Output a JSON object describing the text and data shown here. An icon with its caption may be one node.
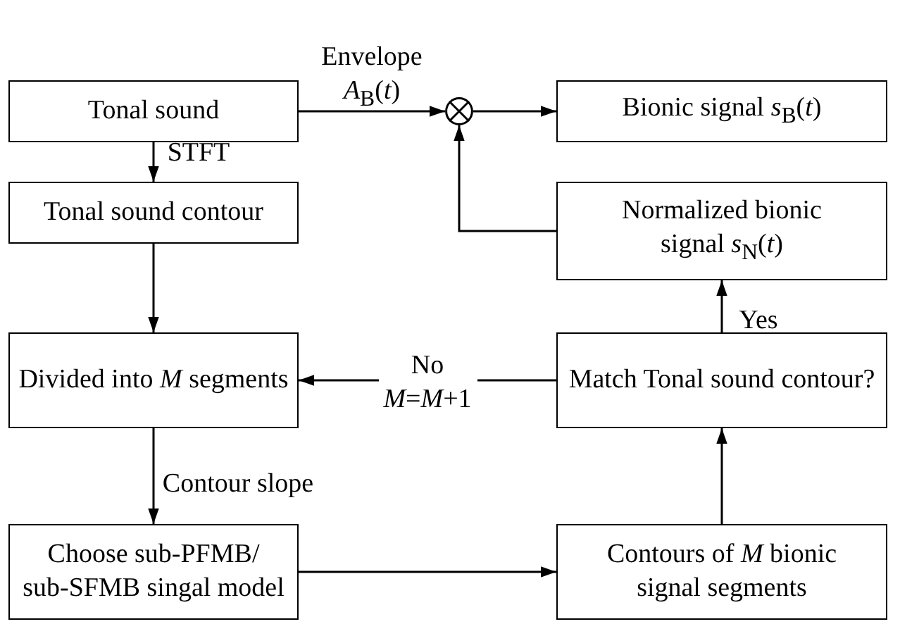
{
  "diagram": {
    "nodes": [
      {
        "text": [
          "Tonal sound"
        ]
      },
      {
        "text": [],
        "shape": "circle"
      },
      {
        "text": [
          "Bionic signal *s*$_{B}$(*t*)"
        ]
      },
      {
        "text": [
          "Tonal sound contour"
        ]
      },
      {
        "text": [
          "Normalized bionic signal *s*$_{N}$(*t*)"
        ]
      },
      {
        "text": [
          "Divided into *M* segments"
        ]
      },
      {
        "text": [
          "Match Tonal sound contour?"
        ]
      },
      {
        "text": [
          "Choose sub-PFMB/ sub-SFMB singal model"
        ]
      },
      {
        "text": [
          "Contours of *M* bionic signal segments"
        ]
      }
    ],
    "edges": [
      {
        "from": 0,
        "to": 1,
        "arrow": "to",
        "label": "Envelope *A*$_{B}$(*t*)"
      },
      {
        "from": 1,
        "to": 2,
        "arrow": "to"
      },
      {
        "from": 0,
        "to": 3,
        "arrow": "to",
        "label": "STFT"
      },
      {
        "from": 3,
        "to": 5,
        "arrow": "to"
      },
      {
        "from": 5,
        "to": 7,
        "arrow": "to",
        "label": "Contour slope"
      },
      {
        "from": 7,
        "to": 8,
        "arrow": "to"
      },
      {
        "from": 8,
        "to": 6,
        "arrow": "to"
      },
      {
        "from": 6,
        "to": 4,
        "arrow": "to",
        "label": "Yes"
      },
      {
        "from": 6,
        "to": 5,
        "arrow": "to",
        "label": "No *M*=*M*+1"
      },
      {
        "from": 4,
        "to": 1,
        "arrow": "to"
      }
    ]
  }
}
